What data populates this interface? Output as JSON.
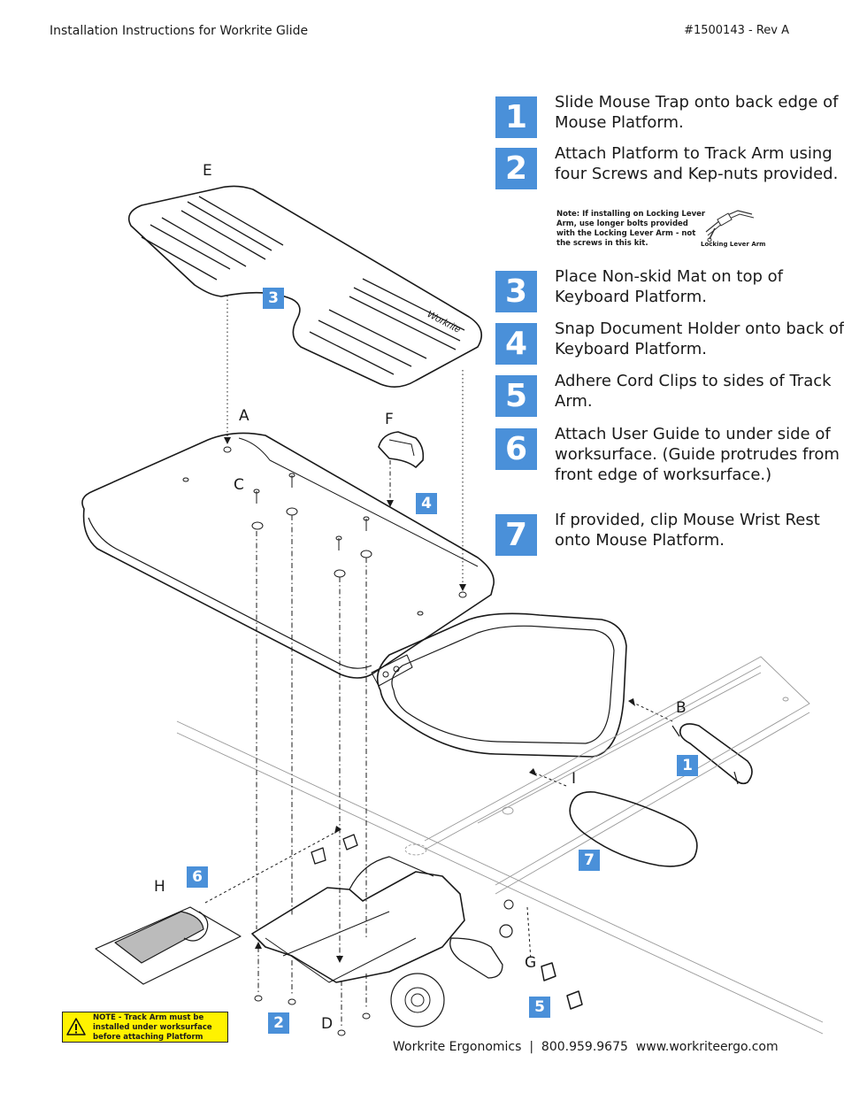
{
  "header": {
    "title": "Installation Instructions for Workrite Glide",
    "doc_number": "#1500143 - Rev A"
  },
  "steps": [
    {
      "number": "1",
      "text": "Slide Mouse Trap onto back edge of Mouse Platform."
    },
    {
      "number": "2",
      "text": "Attach Platform to Track Arm using four Screws and Kep-nuts provided."
    },
    {
      "number": "3",
      "text": "Place Non-skid Mat on top of Keyboard Platform."
    },
    {
      "number": "4",
      "text": "Snap Document Holder onto back of Keyboard Platform."
    },
    {
      "number": "5",
      "text": "Adhere Cord Clips to sides of Track Arm."
    },
    {
      "number": "6",
      "text": "Attach User Guide to under side of worksurface. (Guide protrudes from front edge of worksurface.)"
    },
    {
      "number": "7",
      "text": "If provided, clip Mouse Wrist Rest onto Mouse Platform."
    }
  ],
  "step2_note": {
    "text": "Note: If installing on Locking Lever Arm, use longer bolts provided with the Locking Lever Arm - not the screws in this kit.",
    "image_caption": "Locking Lever Arm"
  },
  "diagram": {
    "part_labels": {
      "A": "A",
      "B": "B",
      "C": "C",
      "D": "D",
      "E": "E",
      "F": "F",
      "G": "G",
      "H": "H",
      "I": "I"
    },
    "callouts": {
      "mat": "3",
      "doc_holder": "4",
      "mouse_trap": "1",
      "wrist_rest": "7",
      "user_guide": "6",
      "screws": "2",
      "cord_clips": "5"
    },
    "mat_logo": "Workrite"
  },
  "warning": {
    "text": "NOTE - Track Arm must be installed under worksurface before attaching Platform"
  },
  "footer": {
    "text": "Workrite Ergonomics  |  800.959.9675  www.workriteergo.com"
  },
  "colors": {
    "accent": "#4a90d9",
    "warning_bg": "#fff200"
  }
}
